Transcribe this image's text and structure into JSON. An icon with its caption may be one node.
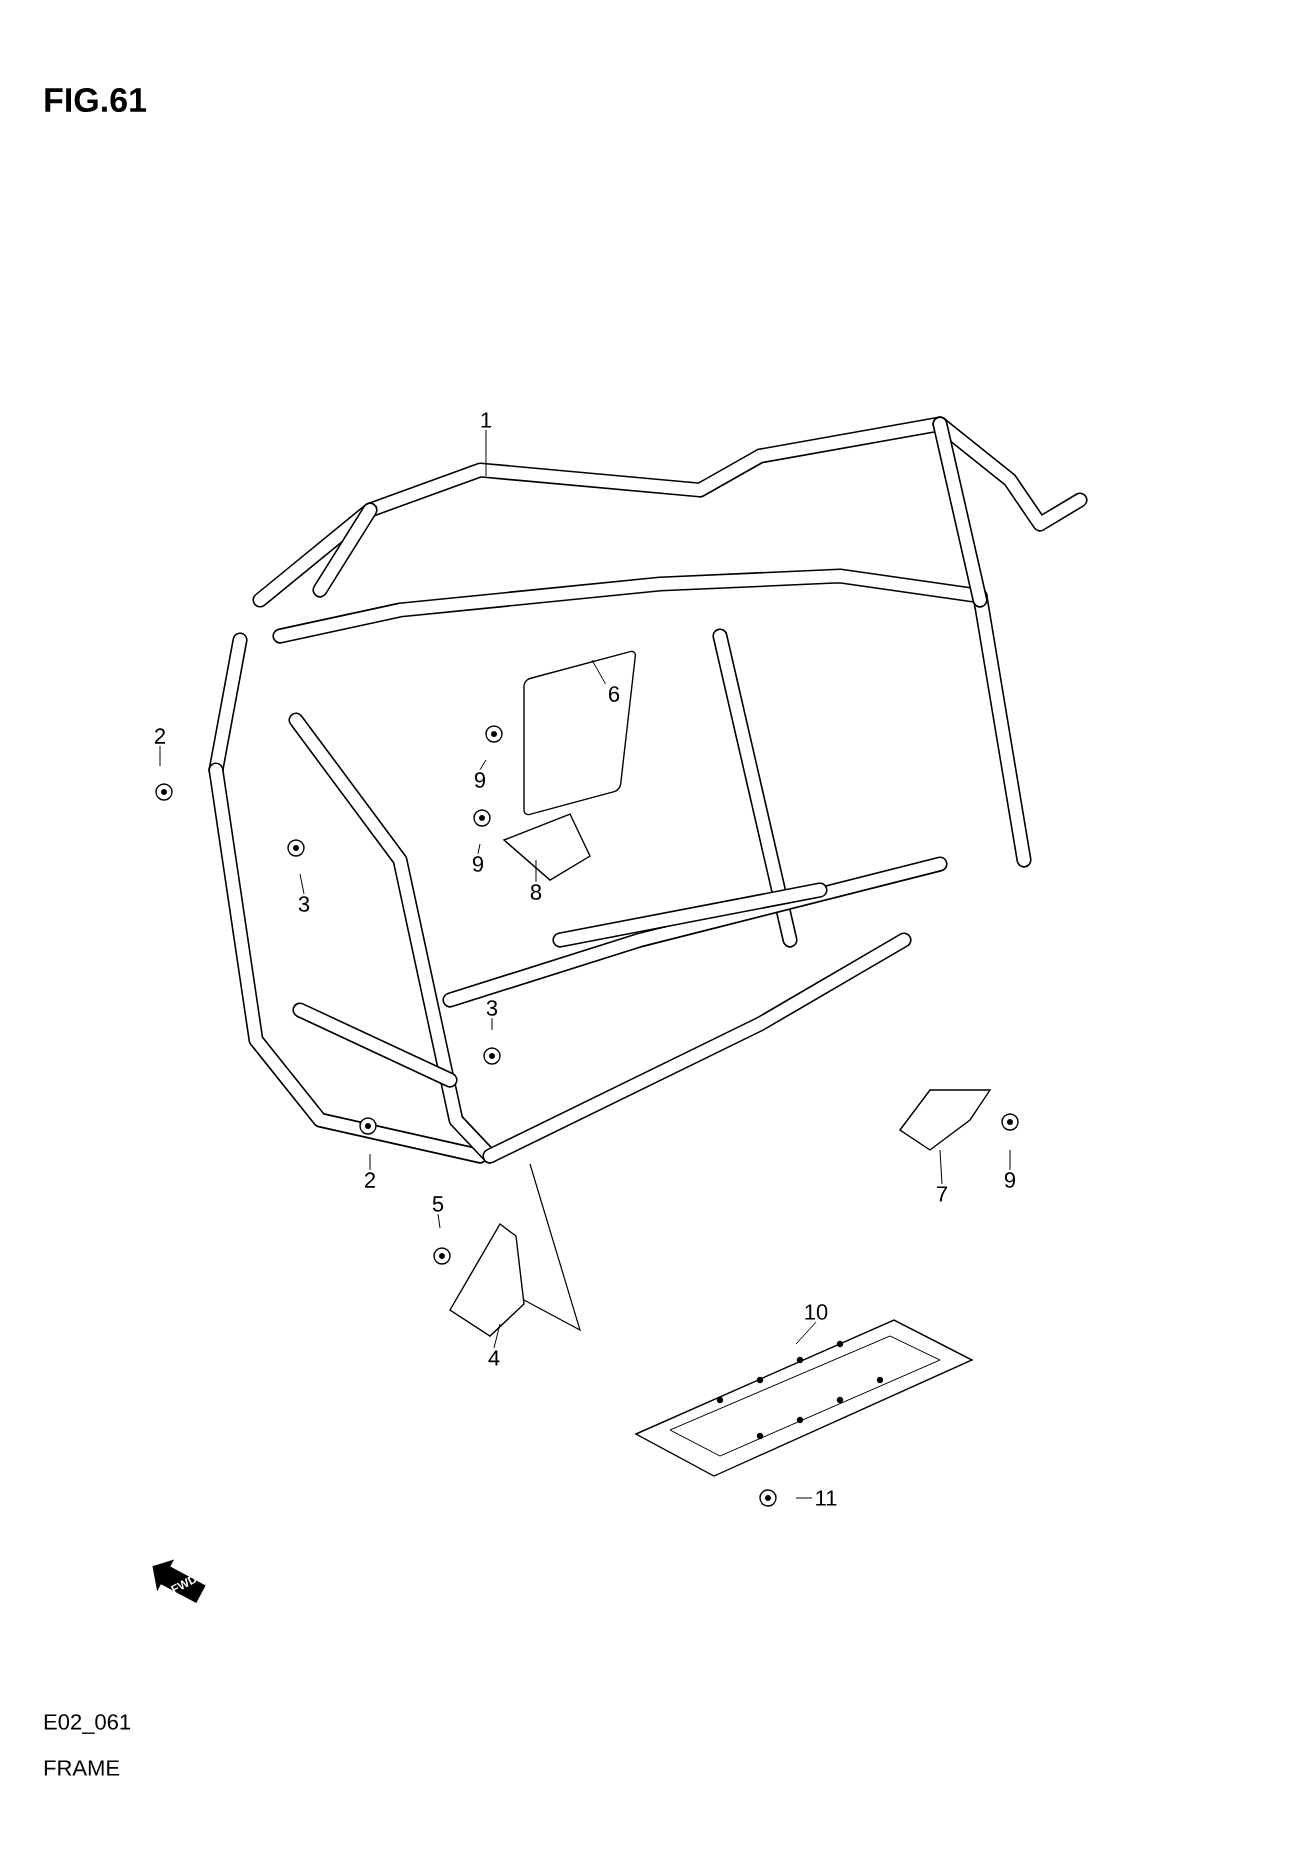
{
  "diagram": {
    "title": "FIG.61",
    "nodes": [
      {
        "text": [
          "1"
        ]
      },
      {
        "text": [
          "6"
        ]
      },
      {
        "text": [
          "2"
        ]
      },
      {
        "text": [
          "9"
        ]
      },
      {
        "text": [
          "3"
        ]
      },
      {
        "text": [
          "9"
        ]
      },
      {
        "text": [
          "8"
        ]
      },
      {
        "text": [
          "3"
        ]
      },
      {
        "text": [
          "2"
        ]
      },
      {
        "text": [
          "9"
        ]
      },
      {
        "text": [
          "7"
        ]
      },
      {
        "text": [
          "5"
        ]
      },
      {
        "text": [
          "10"
        ]
      },
      {
        "text": [
          "4"
        ]
      },
      {
        "text": [
          "11"
        ]
      }
    ],
    "edges": [
      {
        "from": 0,
        "to": null,
        "arrow": "none"
      },
      {
        "from": 1,
        "to": null,
        "arrow": "none"
      },
      {
        "from": 2,
        "to": null,
        "arrow": "none"
      },
      {
        "from": 3,
        "to": null,
        "arrow": "none"
      },
      {
        "from": 4,
        "to": null,
        "arrow": "none"
      },
      {
        "from": 5,
        "to": null,
        "arrow": "none"
      },
      {
        "from": 6,
        "to": null,
        "arrow": "none"
      },
      {
        "from": 7,
        "to": null,
        "arrow": "none"
      },
      {
        "from": 8,
        "to": null,
        "arrow": "none"
      },
      {
        "from": 9,
        "to": null,
        "arrow": "none"
      },
      {
        "from": 10,
        "to": null,
        "arrow": "none"
      },
      {
        "from": 11,
        "to": null,
        "arrow": "none"
      },
      {
        "from": 12,
        "to": null,
        "arrow": "none"
      },
      {
        "from": 13,
        "to": null,
        "arrow": "none"
      },
      {
        "from": 14,
        "to": null,
        "arrow": "none"
      }
    ],
    "labels": [
      "FWD",
      "E02_061",
      "FRAME"
    ]
  }
}
